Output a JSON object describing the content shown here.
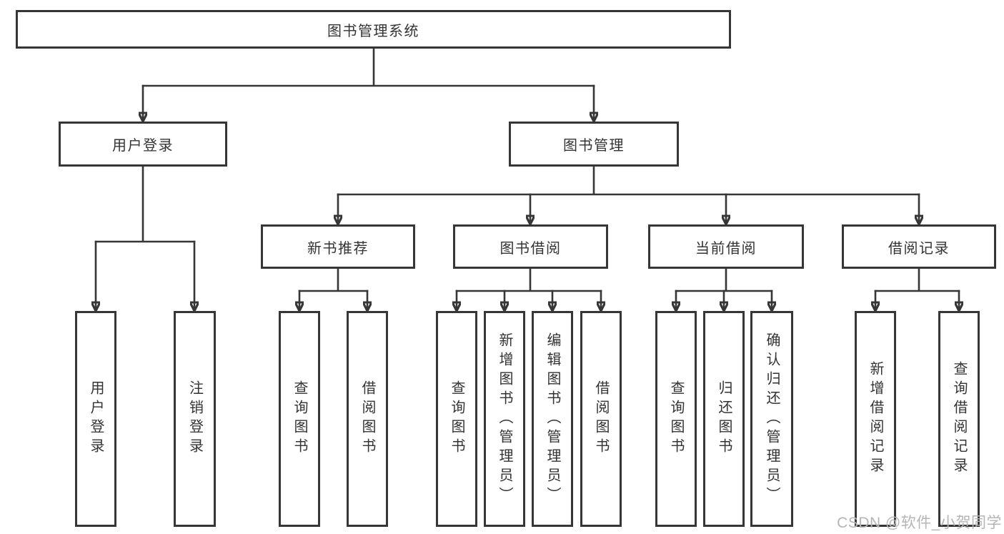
{
  "colors": {
    "background": "#ffffff",
    "box_border": "#363636",
    "line": "#363636",
    "text": "#333333",
    "watermark": "#b5b5b5"
  },
  "watermark": {
    "text": "CSDN @软件_小贺同学"
  },
  "tree": {
    "root": {
      "label": "图书管理系统"
    },
    "branches": [
      {
        "label": "用户登录",
        "children": [
          {
            "label": "用户登录"
          },
          {
            "label": "注销登录"
          }
        ]
      },
      {
        "label": "图书管理",
        "children": [
          {
            "label": "新书推荐",
            "children": [
              {
                "label": "查询图书"
              },
              {
                "label": "借阅图书"
              }
            ]
          },
          {
            "label": "图书借阅",
            "children": [
              {
                "label": "查询图书"
              },
              {
                "label": "新增图书（管理员）"
              },
              {
                "label": "编辑图书（管理员）"
              },
              {
                "label": "借阅图书"
              }
            ]
          },
          {
            "label": "当前借阅",
            "children": [
              {
                "label": "查询图书"
              },
              {
                "label": "归还图书"
              },
              {
                "label": "确认归还（管理员）"
              }
            ]
          },
          {
            "label": "借阅记录",
            "children": [
              {
                "label": "新增借阅记录"
              },
              {
                "label": "查询借阅记录"
              }
            ]
          }
        ]
      }
    ]
  }
}
